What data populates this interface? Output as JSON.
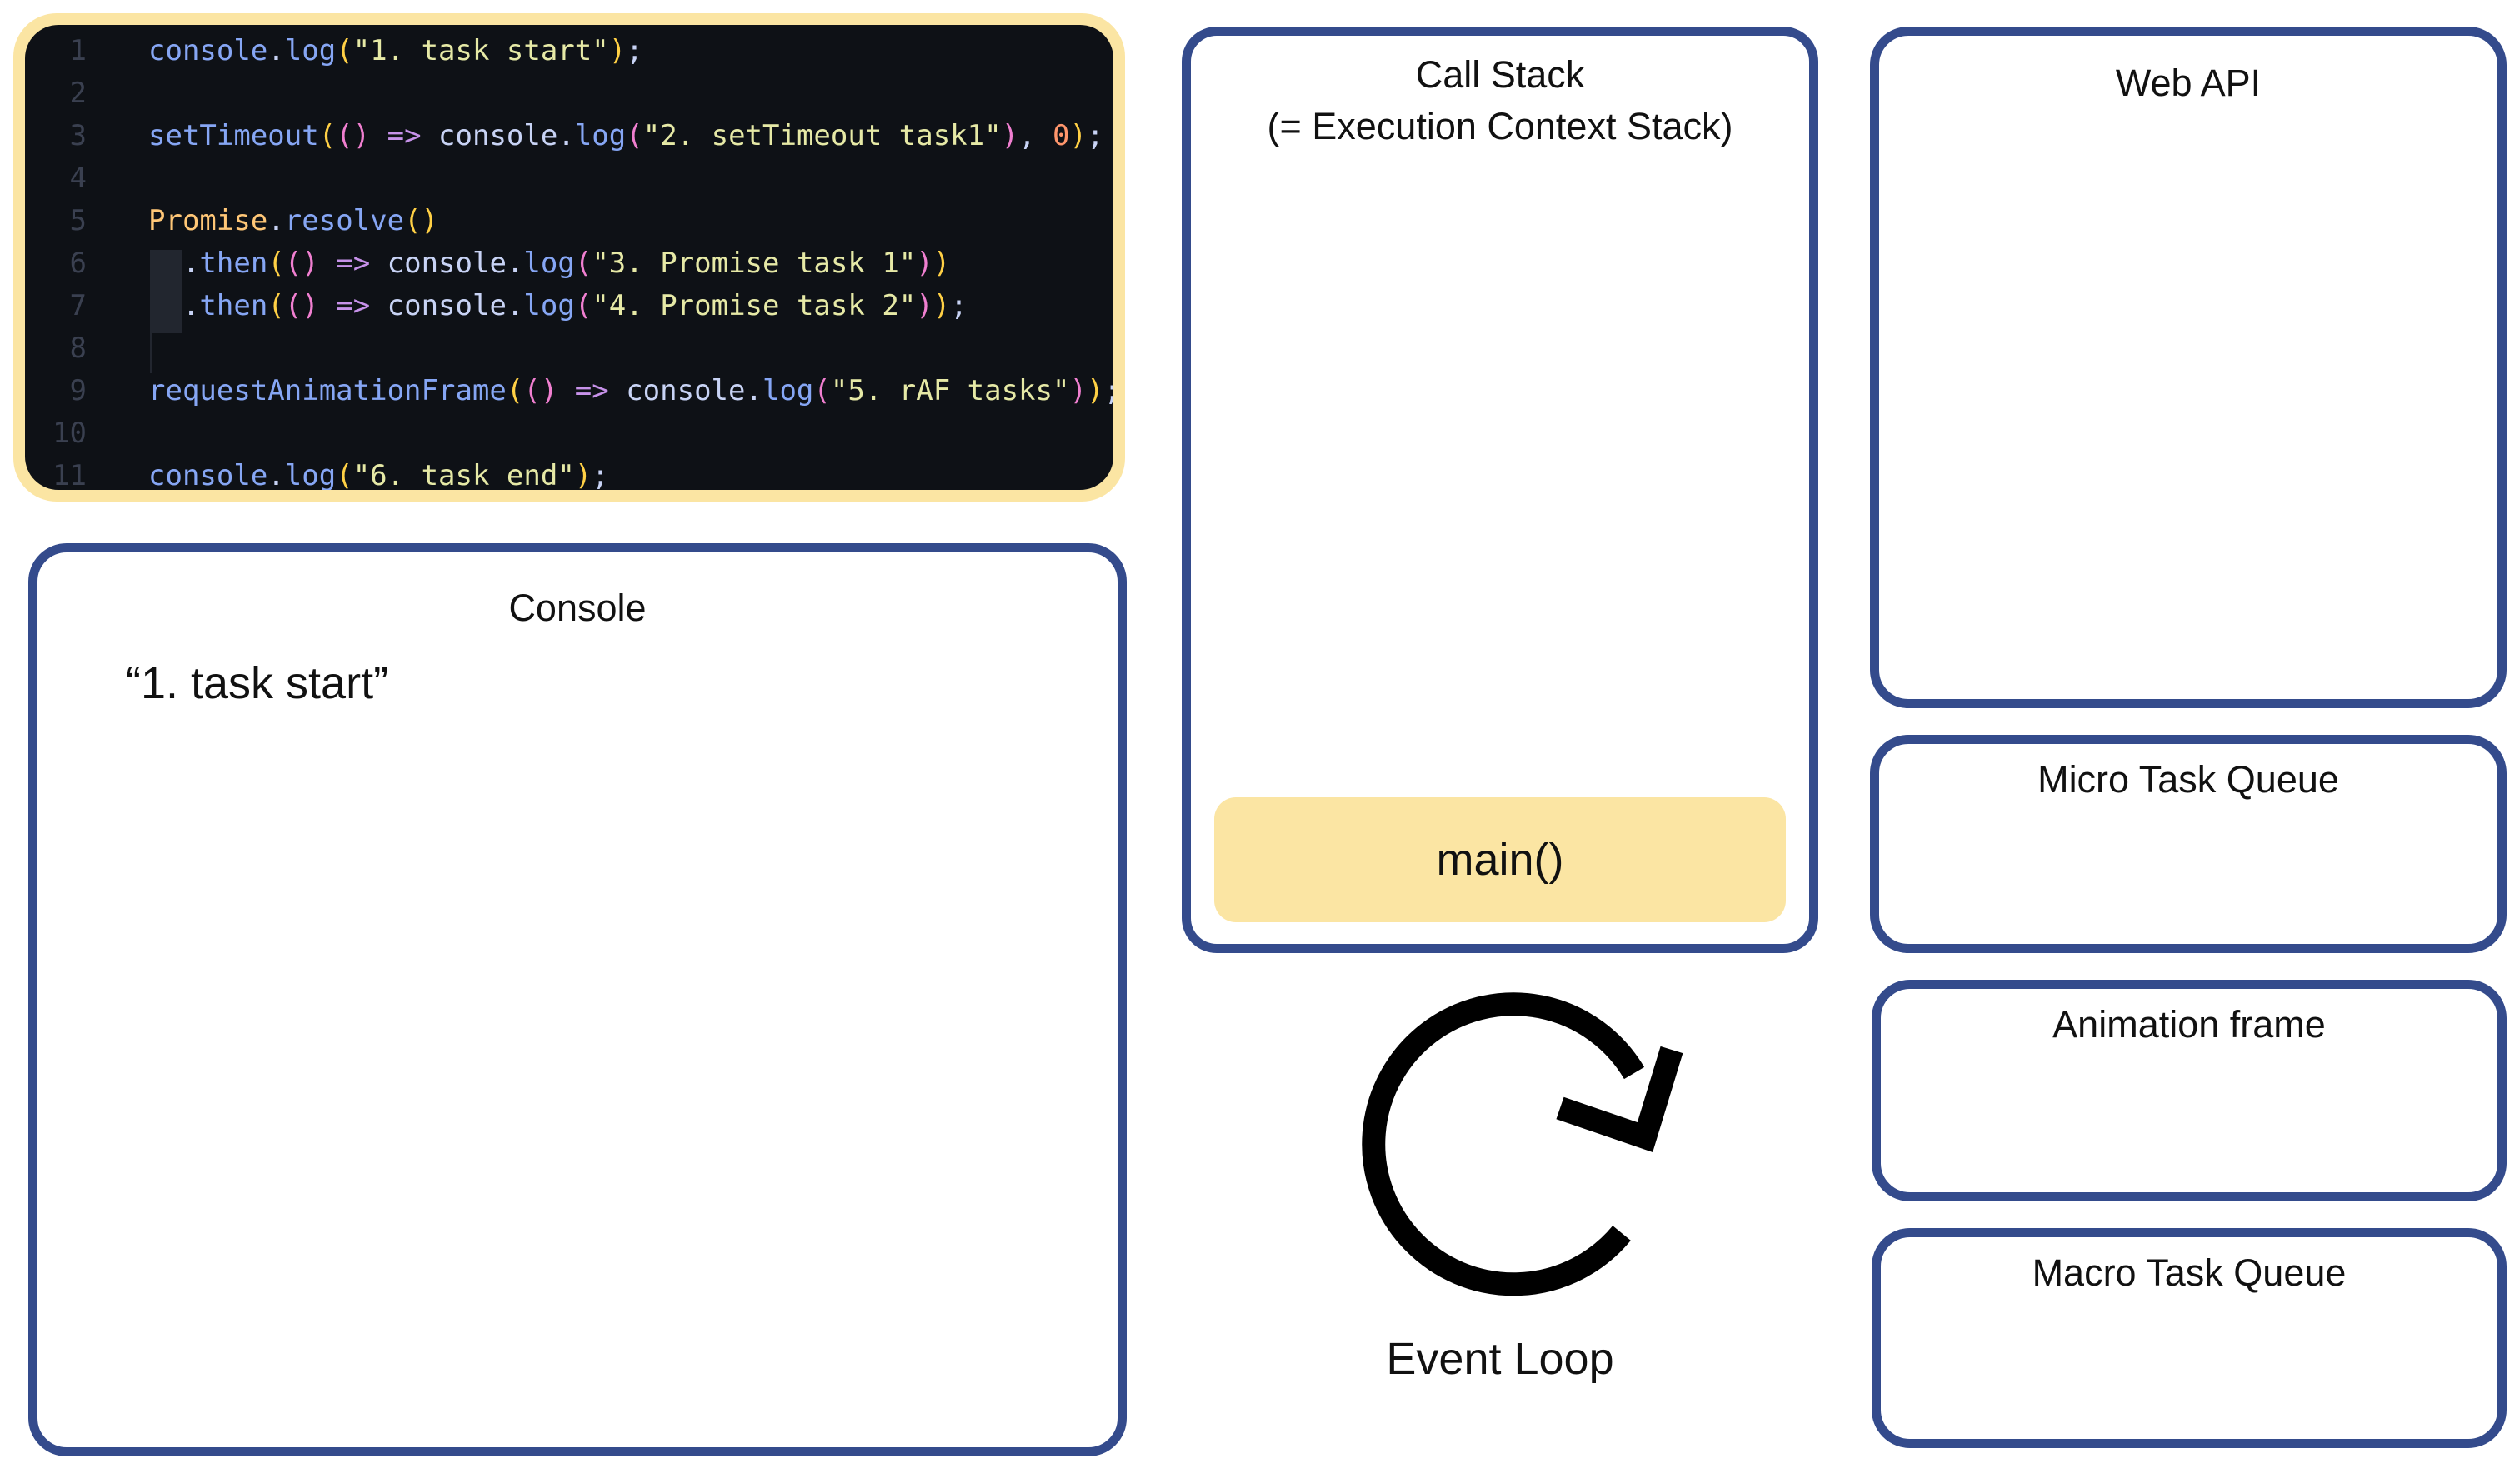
{
  "code": {
    "lines": [
      {
        "no": "1",
        "code": [
          [
            "t-fn",
            "console"
          ],
          [
            "t-id",
            "."
          ],
          [
            "t-fn",
            "log"
          ],
          [
            "t-par",
            "("
          ],
          [
            "t-str2",
            "\"1. task start\""
          ],
          [
            "t-par",
            ")"
          ],
          [
            "t-id",
            ";"
          ]
        ]
      },
      {
        "no": "2",
        "code": []
      },
      {
        "no": "3",
        "code": [
          [
            "t-fn",
            "setTimeout"
          ],
          [
            "t-par",
            "("
          ],
          [
            "t-par2",
            "()"
          ],
          [
            "t-arrow",
            " => "
          ],
          [
            "t-id",
            "console"
          ],
          [
            "t-id",
            "."
          ],
          [
            "t-fn",
            "log"
          ],
          [
            "t-par2",
            "("
          ],
          [
            "t-str2",
            "\"2. setTimeout task1\""
          ],
          [
            "t-par2",
            ")"
          ],
          [
            "t-id",
            ", "
          ],
          [
            "t-num",
            "0"
          ],
          [
            "t-par",
            ")"
          ],
          [
            "t-id",
            ";"
          ]
        ]
      },
      {
        "no": "4",
        "code": []
      },
      {
        "no": "5",
        "code": [
          [
            "t-cls",
            "Promise"
          ],
          [
            "t-id",
            "."
          ],
          [
            "t-fn",
            "resolve"
          ],
          [
            "t-par",
            "()"
          ]
        ]
      },
      {
        "no": "6",
        "code": [
          [
            "t-id",
            "  ."
          ],
          [
            "t-fn",
            "then"
          ],
          [
            "t-par",
            "("
          ],
          [
            "t-par2",
            "()"
          ],
          [
            "t-arrow",
            " => "
          ],
          [
            "t-id",
            "console"
          ],
          [
            "t-id",
            "."
          ],
          [
            "t-fn",
            "log"
          ],
          [
            "t-par2",
            "("
          ],
          [
            "t-str2",
            "\"3. Promise task 1\""
          ],
          [
            "t-par2",
            ")"
          ],
          [
            "t-par",
            ")"
          ]
        ]
      },
      {
        "no": "7",
        "code": [
          [
            "t-id",
            "  ."
          ],
          [
            "t-fn",
            "then"
          ],
          [
            "t-par",
            "("
          ],
          [
            "t-par2",
            "()"
          ],
          [
            "t-arrow",
            " => "
          ],
          [
            "t-id",
            "console"
          ],
          [
            "t-id",
            "."
          ],
          [
            "t-fn",
            "log"
          ],
          [
            "t-par2",
            "("
          ],
          [
            "t-str2",
            "\"4. Promise task 2\""
          ],
          [
            "t-par2",
            ")"
          ],
          [
            "t-par",
            ")"
          ],
          [
            "t-id",
            ";"
          ]
        ]
      },
      {
        "no": "8",
        "code": []
      },
      {
        "no": "9",
        "code": [
          [
            "t-fn",
            "requestAnimationFrame"
          ],
          [
            "t-par",
            "("
          ],
          [
            "t-par2",
            "()"
          ],
          [
            "t-arrow",
            " => "
          ],
          [
            "t-id",
            "console"
          ],
          [
            "t-id",
            "."
          ],
          [
            "t-fn",
            "log"
          ],
          [
            "t-par2",
            "("
          ],
          [
            "t-str2",
            "\"5. rAF tasks\""
          ],
          [
            "t-par2",
            ")"
          ],
          [
            "t-par",
            ")"
          ],
          [
            "t-id",
            ";"
          ]
        ]
      },
      {
        "no": "10",
        "code": []
      },
      {
        "no": "11",
        "code": [
          [
            "t-fn",
            "console"
          ],
          [
            "t-id",
            "."
          ],
          [
            "t-fn",
            "log"
          ],
          [
            "t-par",
            "("
          ],
          [
            "t-str2",
            "\"6. task end\""
          ],
          [
            "t-par",
            ")"
          ],
          [
            "t-id",
            ";"
          ]
        ]
      }
    ]
  },
  "console": {
    "title": "Console",
    "output": [
      "“1. task start”"
    ]
  },
  "call_stack": {
    "title_line1": "Call Stack",
    "title_line2": "(= Execution Context Stack)",
    "frames": [
      "main()"
    ]
  },
  "web_api": {
    "title": "Web API"
  },
  "micro_task_queue": {
    "title": "Micro Task Queue"
  },
  "animation_frame": {
    "title": "Animation frame"
  },
  "macro_task_queue": {
    "title": "Macro Task Queue"
  },
  "event_loop": {
    "label": "Event Loop",
    "icon": "loop-arrow-icon"
  },
  "colors": {
    "box_border": "#344b8c",
    "highlight_yellow": "#fbe5a3",
    "editor_bg": "#0e1116"
  }
}
